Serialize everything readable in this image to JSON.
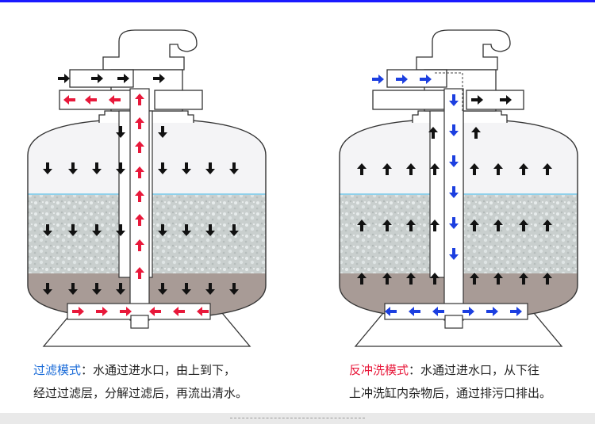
{
  "colors": {
    "top_line": "#1a1aff",
    "red_arrow": "#e8183a",
    "blue_arrow": "#1c3fe0",
    "black_arrow": "#111111",
    "water": "#f4f4f6",
    "media": "#c9cfce",
    "gravel": "#a89b96",
    "outline": "#333333",
    "waterline": "#8fd0ea"
  },
  "filter_mode": {
    "title": "过滤模式",
    "line1": "：水通过进水口，由上到下，",
    "line2": "经过过滤层，分解过滤后，再流出清水。",
    "title_color": "#1a6bd8"
  },
  "backwash_mode": {
    "title": "反冲洗模式",
    "line1": "：水通过进水口，从下往",
    "line2": "上冲洗缸内杂物后，通过排污口排出。",
    "title_color": "#e8183a"
  },
  "icons": {
    "black": "black-arrow-icon",
    "red": "red-arrow-icon",
    "blue": "blue-arrow-icon"
  }
}
